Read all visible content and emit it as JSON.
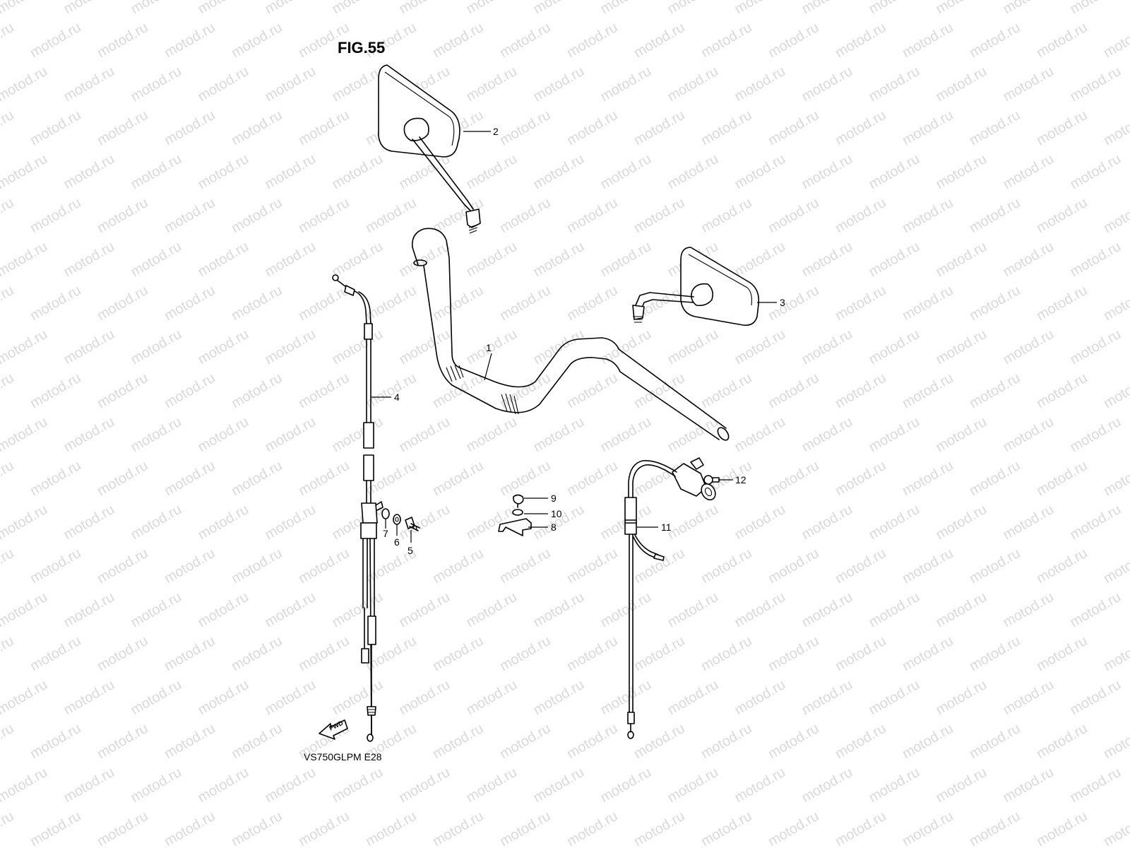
{
  "figure": {
    "title": "FIG.55",
    "model_code": "VS750GLPM  E28",
    "watermark": "motod.ru",
    "fwd_label": "FWD"
  },
  "parts": [
    {
      "ref": "1",
      "component": "handlebar"
    },
    {
      "ref": "2",
      "component": "mirror-right"
    },
    {
      "ref": "3",
      "component": "mirror-left"
    },
    {
      "ref": "4",
      "component": "throttle-cable"
    },
    {
      "ref": "5",
      "component": "bolt"
    },
    {
      "ref": "6",
      "component": "washer"
    },
    {
      "ref": "7",
      "component": "washer"
    },
    {
      "ref": "8",
      "component": "clamp"
    },
    {
      "ref": "9",
      "component": "screw"
    },
    {
      "ref": "10",
      "component": "washer"
    },
    {
      "ref": "11",
      "component": "choke-cable"
    },
    {
      "ref": "12",
      "component": "screw"
    }
  ],
  "colors": {
    "ink": "#000000",
    "paper": "#ffffff",
    "watermark": "#d9d9d9"
  }
}
